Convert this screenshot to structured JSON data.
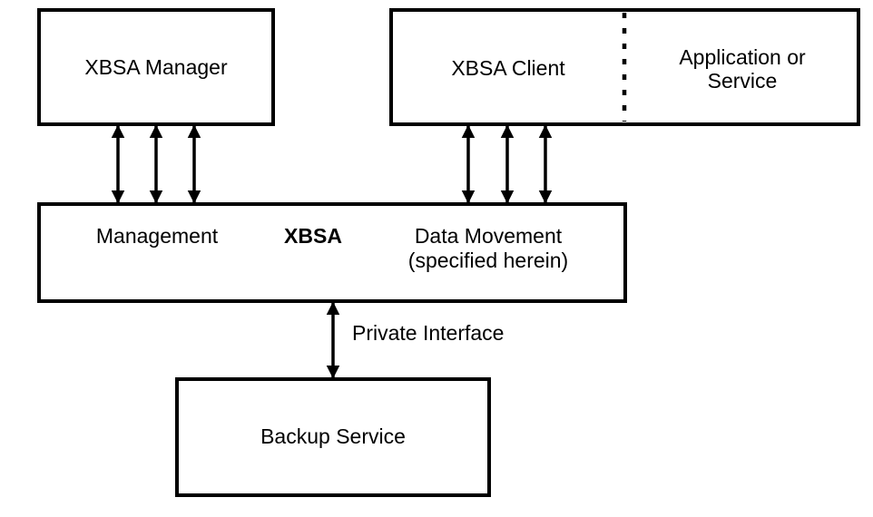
{
  "diagram": {
    "boxes": {
      "manager": {
        "label": "XBSA Manager"
      },
      "client": {
        "label": "XBSA Client",
        "side_label_1": "Application or",
        "side_label_2": "Service"
      },
      "xbsa": {
        "title": "XBSA",
        "left_label": "Management",
        "right_label_1": "Data Movement",
        "right_label_2": "(specified herein)"
      },
      "backup": {
        "label": "Backup Service"
      }
    },
    "edges": {
      "private_interface": {
        "label": "Private Interface"
      },
      "manager_to_xbsa_count": 3,
      "client_to_xbsa_count": 3
    },
    "colors": {
      "stroke": "#000000",
      "background": "#ffffff"
    }
  }
}
